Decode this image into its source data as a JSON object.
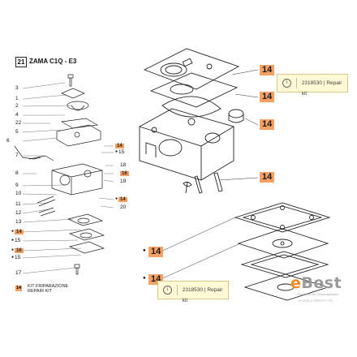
{
  "header": {
    "page_number": "21",
    "title": "ZAMA C1Q - E3"
  },
  "left_labels": [
    {
      "text": "3",
      "bullet": false,
      "tag": false
    },
    {
      "text": "1",
      "bullet": false,
      "tag": false
    },
    {
      "text": "2",
      "bullet": false,
      "tag": false
    },
    {
      "text": "4",
      "bullet": false,
      "tag": false
    },
    {
      "text": "22",
      "bullet": false,
      "tag": false
    },
    {
      "text": "5",
      "bullet": false,
      "tag": false
    },
    {
      "text": "6",
      "bullet": false,
      "tag": false
    },
    {
      "text": "7",
      "bullet": false,
      "tag": false
    },
    {
      "text": "8",
      "bullet": false,
      "tag": false
    },
    {
      "text": "9",
      "bullet": false,
      "tag": false
    },
    {
      "text": "10",
      "bullet": false,
      "tag": false
    },
    {
      "text": "11",
      "bullet": false,
      "tag": false
    },
    {
      "text": "12",
      "bullet": false,
      "tag": false
    },
    {
      "text": "13",
      "bullet": false,
      "tag": false
    },
    {
      "text": "14",
      "bullet": true,
      "tag": true
    },
    {
      "text": "15",
      "bullet": true,
      "tag": false
    },
    {
      "text": "16",
      "bullet": true,
      "tag": true
    },
    {
      "text": "15",
      "bullet": true,
      "tag": false
    },
    {
      "text": "17",
      "bullet": false,
      "tag": false
    }
  ],
  "mid_labels": [
    {
      "text": "14",
      "bullet": false,
      "tag": true
    },
    {
      "text": "15",
      "bullet": true,
      "tag": false
    },
    {
      "text": "18",
      "bullet": false,
      "tag": false
    },
    {
      "text": "16",
      "bullet": false,
      "tag": true
    },
    {
      "text": "19",
      "bullet": false,
      "tag": false
    },
    {
      "text": "14",
      "bullet": true,
      "tag": true
    },
    {
      "text": "20",
      "bullet": false,
      "tag": false
    }
  ],
  "big_tags": [
    "14",
    "14",
    "14",
    "14",
    "14",
    "14"
  ],
  "kit": {
    "tag": "14",
    "line1": "KIT FRIPARAZIONE",
    "line2": "REPAIR KIT"
  },
  "callouts": [
    {
      "icon": "i",
      "text": "2318530 | Repair kit"
    },
    {
      "icon": "i",
      "text": "2318530 | Repair kit"
    }
  ],
  "logo": {
    "prefix": "e",
    "name": "Best",
    "subtitle": "Szerszám és Gépforgalmazó",
    "url": "WWW.LOBEST.HU"
  },
  "colors": {
    "tag": "#f6a064",
    "callout_bg": "#fff9d6",
    "logo_accent": "#f08a24"
  }
}
